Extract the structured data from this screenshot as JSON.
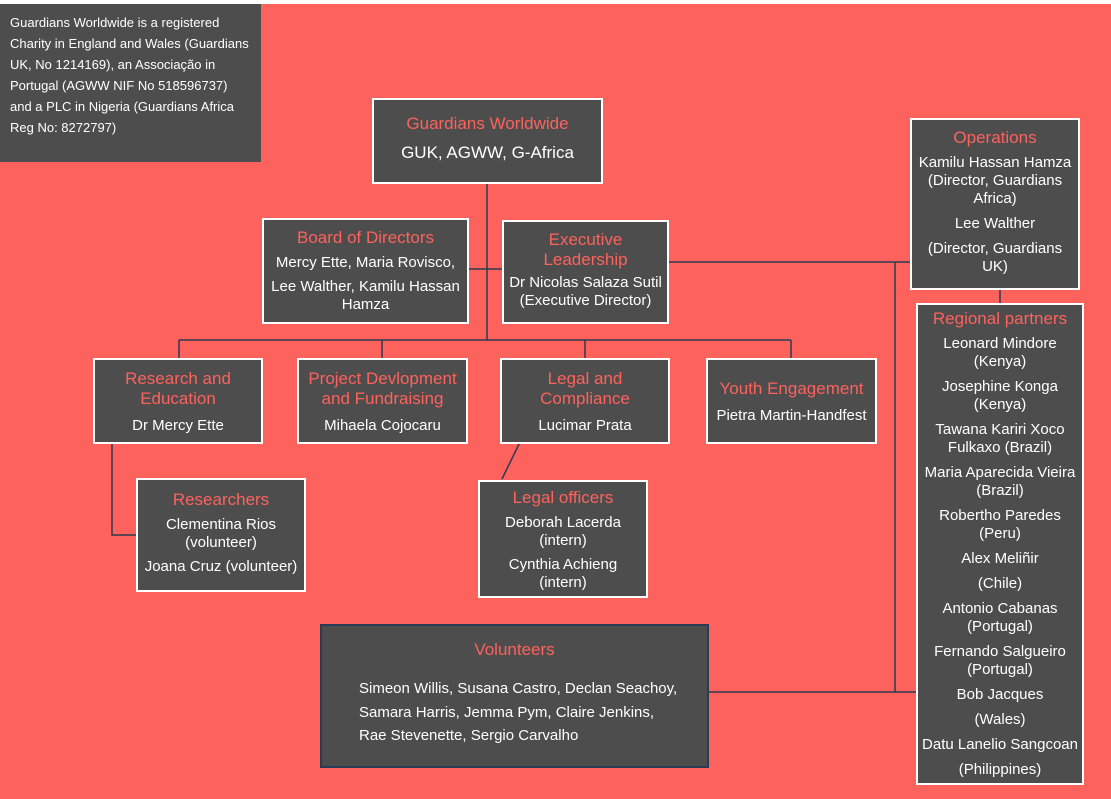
{
  "note": "Guardians Worldwide is a registered Charity in England and Wales (Guardians UK, No 1214169), an Associação in Portugal (AGWW NIF No 518596737) and a PLC in Nigeria (Guardians Africa Reg No: 8272797)",
  "root": {
    "title": "Guardians Worldwide",
    "subtitle": "GUK, AGWW, G-Africa"
  },
  "board": {
    "title": "Board of Directors",
    "members_1": "Mercy Ette, Maria Rovisco,",
    "members_2": "Lee Walther, Kamilu Hassan Hamza"
  },
  "executive": {
    "title": "Executive Leadership",
    "person": "Dr Nicolas Salaza Sutil",
    "role": "(Executive Director)"
  },
  "operations": {
    "title": "Operations",
    "person1": "Kamilu Hassan Hamza (Director, Guardians Africa)",
    "person2": "Lee Walther",
    "person2_role": "(Director, Guardians UK)"
  },
  "research": {
    "title": "Research and Education",
    "person": "Dr Mercy Ette"
  },
  "project": {
    "title": "Project Devlopment and Fundraising",
    "person": "Mihaela Cojocaru"
  },
  "legal": {
    "title": "Legal and Compliance",
    "person": "Lucimar Prata"
  },
  "youth": {
    "title": "Youth Engagement",
    "person": "Pietra Martin-Handfest"
  },
  "researchers": {
    "title": "Researchers",
    "person1": "Clementina Rios (volunteer)",
    "person2": "Joana Cruz (volunteer)"
  },
  "legal_officers": {
    "title": "Legal officers",
    "person1": "Deborah Lacerda (intern)",
    "person2": "Cynthia Achieng (intern)"
  },
  "volunteers": {
    "title": "Volunteers",
    "names": "Simeon Willis, Susana Castro, Declan Seachoy, Samara Harris, Jemma Pym,  Claire Jenkins, Rae Stevenette, Sergio Carvalho"
  },
  "regional": {
    "title": "Regional partners",
    "partners": [
      "Leonard Mindore (Kenya)",
      "Josephine Konga (Kenya)",
      "Tawana Kariri Xoco Fulkaxo  (Brazil)",
      "Maria Aparecida Vieira (Brazil)",
      "Robertho Paredes (Peru)",
      "Alex Meliñir",
      "(Chile)",
      "Antonio Cabanas (Portugal)",
      "Fernando Salgueiro (Portugal)",
      "Bob Jacques",
      "(Wales)",
      "Datu Lanelio Sangcoan",
      "(Philippines)"
    ]
  },
  "colors": {
    "background": "#fd625d",
    "box": "#4d4d4d",
    "title": "#fd625d",
    "line": "#2b3a55"
  }
}
